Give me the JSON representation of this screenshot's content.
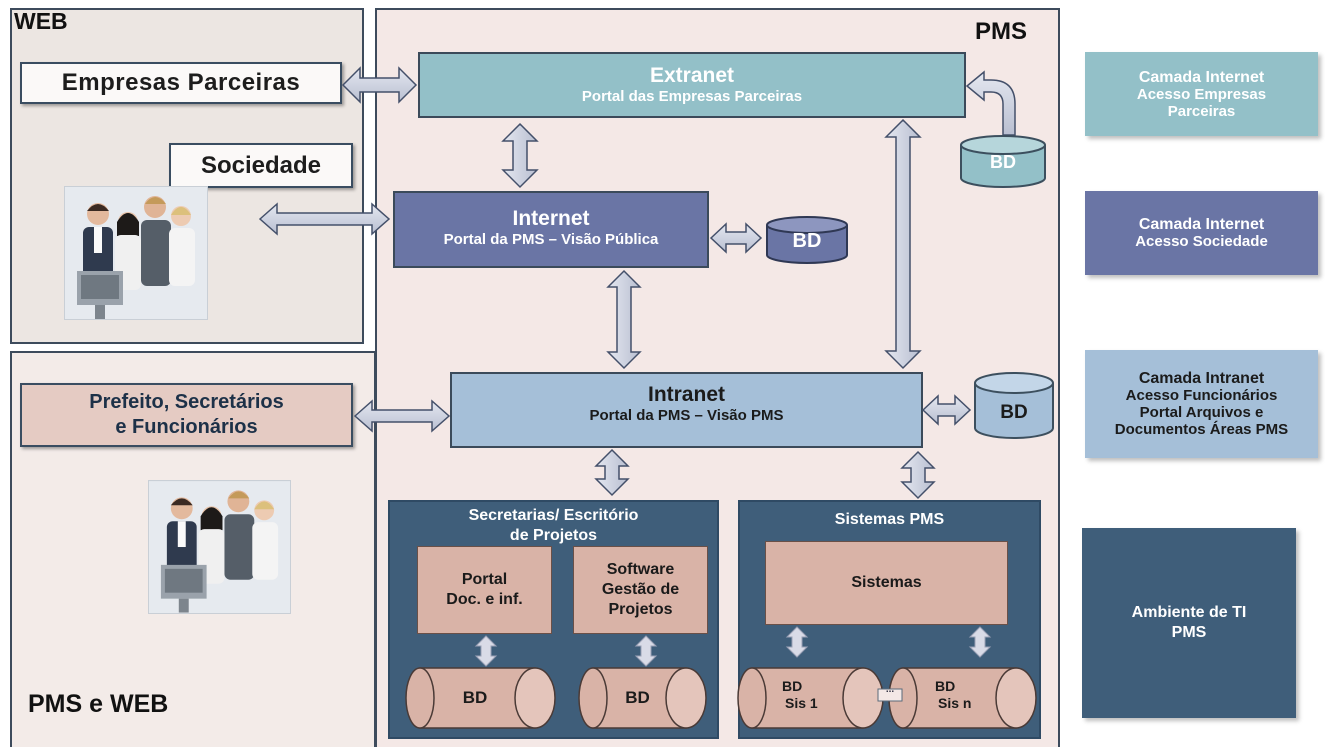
{
  "zones": {
    "web": "WEB",
    "pms": "PMS",
    "pms_web": "PMS e WEB"
  },
  "actors": {
    "empresas": "Empresas Parceiras",
    "sociedade": "Sociedade",
    "prefeito_line1": "Prefeito, Secretários",
    "prefeito_line2": "e Funcionários"
  },
  "portals": {
    "extranet": {
      "title": "Extranet",
      "subtitle": "Portal das Empresas Parceiras"
    },
    "internet": {
      "title": "Internet",
      "subtitle": "Portal da PMS – Visão Pública"
    },
    "intranet": {
      "title": "Intranet",
      "subtitle": "Portal da PMS – Visão PMS"
    }
  },
  "databases": {
    "extranet_db": "BD",
    "internet_db": "BD",
    "intranet_db": "BD",
    "portal_db": "BD",
    "software_db": "BD",
    "sis1_line1": "BD",
    "sis1_line2": "Sis 1",
    "sisn_line1": "BD",
    "sisn_line2": "Sis n",
    "ellipsis": "..."
  },
  "secretarias": {
    "title_line1": "Secretarias/ Escritório",
    "title_line2": "de Projetos",
    "portal_line1": "Portal",
    "portal_line2": "Doc. e inf.",
    "software_line1": "Software",
    "software_line2": "Gestão de",
    "software_line3": "Projetos"
  },
  "sistemas": {
    "title": "Sistemas PMS",
    "inner": "Sistemas"
  },
  "layers": [
    {
      "title": "Camada Internet",
      "lines": [
        "Acesso Empresas",
        "Parceiras"
      ],
      "color": "#93c0c8"
    },
    {
      "title": "Camada Internet",
      "lines": [
        "Acesso Sociedade"
      ],
      "color": "#6a75a5"
    },
    {
      "title": "Camada Intranet",
      "lines": [
        "Acesso Funcionários",
        "Portal Arquivos e",
        "Documentos Áreas PMS"
      ],
      "color": "#a5bfd8"
    },
    {
      "title": "",
      "lines": [
        "Ambiente de TI",
        "PMS"
      ],
      "color": "#3f5e7a"
    }
  ]
}
